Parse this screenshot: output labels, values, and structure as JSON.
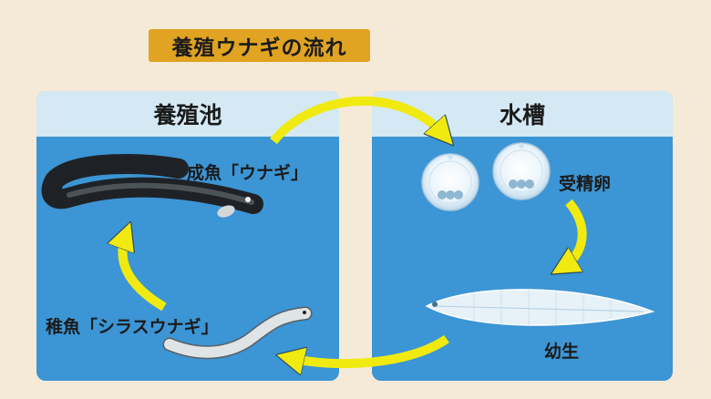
{
  "title": "養殖ウナギの流れ",
  "pond": {
    "title": "養殖池",
    "adult_label": "成魚「ウナギ」",
    "juvenile_label": "稚魚「シラスウナギ」"
  },
  "tank": {
    "title": "水槽",
    "egg_label": "受精卵",
    "larva_label": "幼生"
  },
  "colors": {
    "arrow": "#f0ea10",
    "water": "#3c95d4",
    "panel_header": "#d4e9f3",
    "title_bg": "#e0a322",
    "background": "#f5ead8"
  }
}
